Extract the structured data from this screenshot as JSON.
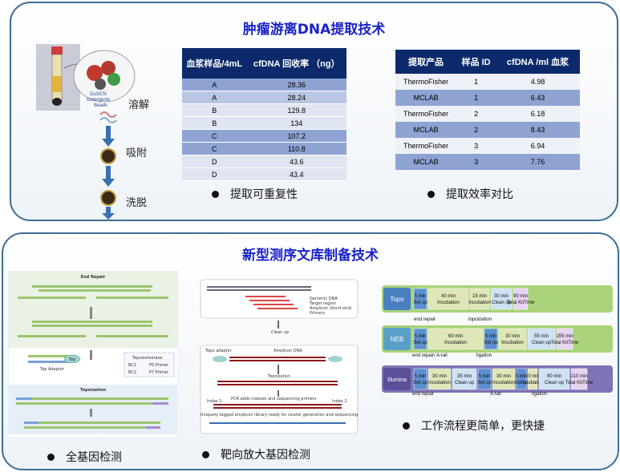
{
  "section1": {
    "title": "肿瘤游离DNA提取技术",
    "steps": [
      "溶解",
      "吸附",
      "洗脱"
    ],
    "tube_labels": [
      "GuSCN",
      "Detergents",
      "Beads"
    ],
    "table1": {
      "headers": [
        "血浆样品/4mL",
        "cfDNA 回收率 （ng）"
      ],
      "rows": [
        [
          "A",
          "28.36"
        ],
        [
          "A",
          "28.24"
        ],
        [
          "B",
          "129.8"
        ],
        [
          "B",
          "134"
        ],
        [
          "C",
          "107.2"
        ],
        [
          "C",
          "110.8"
        ],
        [
          "D",
          "43.6"
        ],
        [
          "D",
          "43.4"
        ]
      ]
    },
    "table2": {
      "headers": [
        "提取产品",
        "样品 ID",
        "cfDNA /ml 血浆"
      ],
      "rows": [
        [
          "ThermoFisher",
          "1",
          "4.98"
        ],
        [
          "MCLAB",
          "1",
          "6.43"
        ],
        [
          "ThermoFisher",
          "2",
          "6.18"
        ],
        [
          "MCLAB",
          "2",
          "8.43"
        ],
        [
          "ThermoFisher",
          "3",
          "6.94"
        ],
        [
          "MCLAB",
          "3",
          "7.76"
        ]
      ]
    },
    "bullet1": "提取可重复性",
    "bullet2": "提取效率对比"
  },
  "section2": {
    "title": "新型测序文库制备技术",
    "bullet1": "全基因检测",
    "bullet2": "靶向放大基因检测",
    "bullet3": "工作流程更简单，更快捷",
    "fig1": {
      "end_repair": "End Repair",
      "topoisomerase": "Topoisomerase",
      "topo_adaptor": "Top Adaptor",
      "topo": "Top",
      "topoization": "Topoization",
      "legend": [
        "Topoisomerase",
        "P5 Primer",
        "P7 Primer"
      ],
      "bc": [
        "BC1",
        "BC2"
      ]
    },
    "fig2": {
      "legend": [
        "Genomic DNA",
        "Target region",
        "Amplicon (blunt end)",
        "Primers"
      ],
      "clean_up": "Clean up",
      "topo_adapter": "Topo adapter",
      "amplicon_dna": "Amplicon DNA",
      "topoization": "Topoization",
      "pcr_text": "PCR adds indexes and sequencing primers",
      "final_text": "Uniquely tagged amplicon library ready for cluster generation and sequencing",
      "index": [
        "Index 1",
        "Index 2"
      ]
    },
    "workflows": {
      "topo": {
        "name": "Topo",
        "color": "#4a7fc0",
        "steps": [
          "5 min Set up",
          "40 min Incubation",
          "15 min Incubation",
          "30 min Clean up",
          "90 min Total KitTime"
        ],
        "notes": [
          "end repair",
          "topoization"
        ]
      },
      "neb": {
        "name": "NEB",
        "color": "#59a0c8",
        "steps": [
          "5 min Set up",
          "60 min Incubation",
          "5 min Set up",
          "30 min Incubation",
          "55 min Clean up",
          "155 min Total KitTime"
        ],
        "notes": [
          "end repair/ A-tail",
          "ligation"
        ]
      },
      "illumina": {
        "name": "Illumina",
        "color": "#5b4f9a",
        "steps": [
          "5 min Set up",
          "30 min Incubation",
          "35 min Clean up",
          "5 min Set up",
          "30 min Incubation",
          "5 min Set up",
          "10 min Incubation",
          "90 min Clean up",
          "210 min Total KitTime"
        ],
        "notes": [
          "end repair",
          "A-tail",
          "ligation"
        ]
      }
    }
  }
}
